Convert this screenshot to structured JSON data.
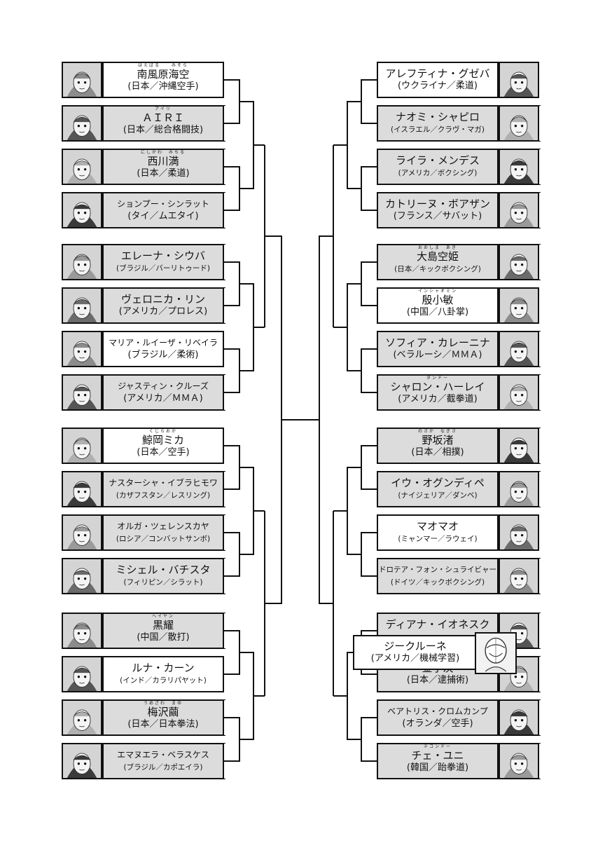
{
  "left_blocks": [
    [
      {
        "ruby": "はえばる　　みそら",
        "name": "南風原海空",
        "desc": "(日本／沖縄空手)",
        "lost": false
      },
      {
        "ruby": "アイリ",
        "name": "ＡＩＲＩ",
        "desc": "(日本／総合格闘技)",
        "lost": true
      },
      {
        "ruby": "にしかわ　みちる",
        "name": "西川満",
        "desc": "(日本／柔道)",
        "lost": true
      },
      {
        "ruby": "",
        "name": "ションプー・シンラット",
        "desc": "(タイ／ムエタイ)",
        "lost": true
      }
    ],
    [
      {
        "ruby": "",
        "name": "エレーナ・シウバ",
        "desc": "(ブラジル／バーリトゥード)",
        "lost": true
      },
      {
        "ruby": "",
        "name": "ヴェロニカ・リン",
        "desc": "(アメリカ／プロレス)",
        "lost": true
      },
      {
        "ruby": "",
        "name": "マリア・ルイーザ・リベイラ",
        "desc": "(ブラジル／柔術)",
        "lost": false
      },
      {
        "ruby": "",
        "name": "ジャスティン・クルーズ",
        "desc": "(アメリカ／ＭＭＡ)",
        "lost": true
      }
    ],
    [
      {
        "ruby": "くじらおか",
        "name": "鯨岡ミカ",
        "desc": "(日本／空手)",
        "lost": false
      },
      {
        "ruby": "",
        "name": "ナスターシャ・イブラヒモワ",
        "desc": "(カザフスタン／レスリング)",
        "lost": true
      },
      {
        "ruby": "",
        "name": "オルガ・ツェレンスカヤ",
        "desc": "(ロシア／コンバットサンボ)",
        "lost": true
      },
      {
        "ruby": "",
        "name": "ミシェル・バチスタ",
        "desc": "(フィリピン／シラット)",
        "lost": true
      }
    ],
    [
      {
        "ruby": "ヘイヤン",
        "name": "黒耀",
        "desc": "(中国／散打)",
        "lost": true
      },
      {
        "ruby": "",
        "name": "ルナ・カーン",
        "desc": "(インド／カラリパヤット)",
        "lost": false
      },
      {
        "ruby": "うめざわ　まゆ",
        "name": "梅沢繭",
        "desc": "(日本／日本拳法)",
        "lost": true
      },
      {
        "ruby": "",
        "name": "エマヌエラ・ベラスケス",
        "desc": "(ブラジル／カポエイラ)",
        "lost": true
      }
    ]
  ],
  "right_blocks": [
    [
      {
        "ruby": "",
        "name": "アレフティナ・グゼバ",
        "desc": "(ウクライナ／柔道)",
        "lost": false
      },
      {
        "ruby": "",
        "name": "ナオミ・シャピロ",
        "desc": "(イスラエル／クラヴ・マガ)",
        "lost": true
      },
      {
        "ruby": "",
        "name": "ライラ・メンデス",
        "desc": "(アメリカ／ボクシング)",
        "lost": true
      },
      {
        "ruby": "",
        "name": "カトリーヌ・ボアザン",
        "desc": "(フランス／サバット)",
        "lost": true
      }
    ],
    [
      {
        "ruby": "おおしま　あき",
        "name": "大島空姫",
        "desc": "(日本／キックボクシング)",
        "lost": true
      },
      {
        "ruby": "インシャオミン",
        "name": "殷小敏",
        "desc": "(中国／八卦掌)",
        "lost": false
      },
      {
        "ruby": "",
        "name": "ソフィア・カレーニナ",
        "desc": "(ベラルーシ／ＭＭＡ)",
        "lost": true
      },
      {
        "ruby": "タンドー",
        "name": "シャロン・ハーレイ",
        "desc": "(アメリカ／截拳道)",
        "lost": true
      }
    ],
    [
      {
        "ruby": "のさか　なぎさ",
        "name": "野坂渚",
        "desc": "(日本／相撲)",
        "lost": true
      },
      {
        "ruby": "",
        "name": "イウ・オグンディペ",
        "desc": "(ナイジェリア／ダンベ)",
        "lost": true
      },
      {
        "ruby": "",
        "name": "マオマオ",
        "desc": "(ミャンマー／ラウェイ)",
        "lost": false
      },
      {
        "ruby": "",
        "name": "ドロテア・フォン・シュライビャー",
        "desc": "(ドイツ／キックボクシング)",
        "lost": true
      }
    ],
    [
      {
        "ruby": "",
        "name": "ディアナ・イオネスク",
        "desc": "",
        "lost": true
      },
      {
        "ruby": "",
        "name": "金子茨",
        "desc": "(日本／逮捕術)",
        "lost": true
      },
      {
        "ruby": "",
        "name": "ベアトリス・クロムカンプ",
        "desc": "(オランダ／空手)",
        "lost": true
      },
      {
        "ruby": "テコンドー",
        "name": "チェ・ユニ",
        "desc": "(韓国／跆拳道)",
        "lost": true
      }
    ]
  ],
  "overlay_entry": {
    "name": "ジークルーネ",
    "desc": "(アメリカ／機械学習)"
  }
}
